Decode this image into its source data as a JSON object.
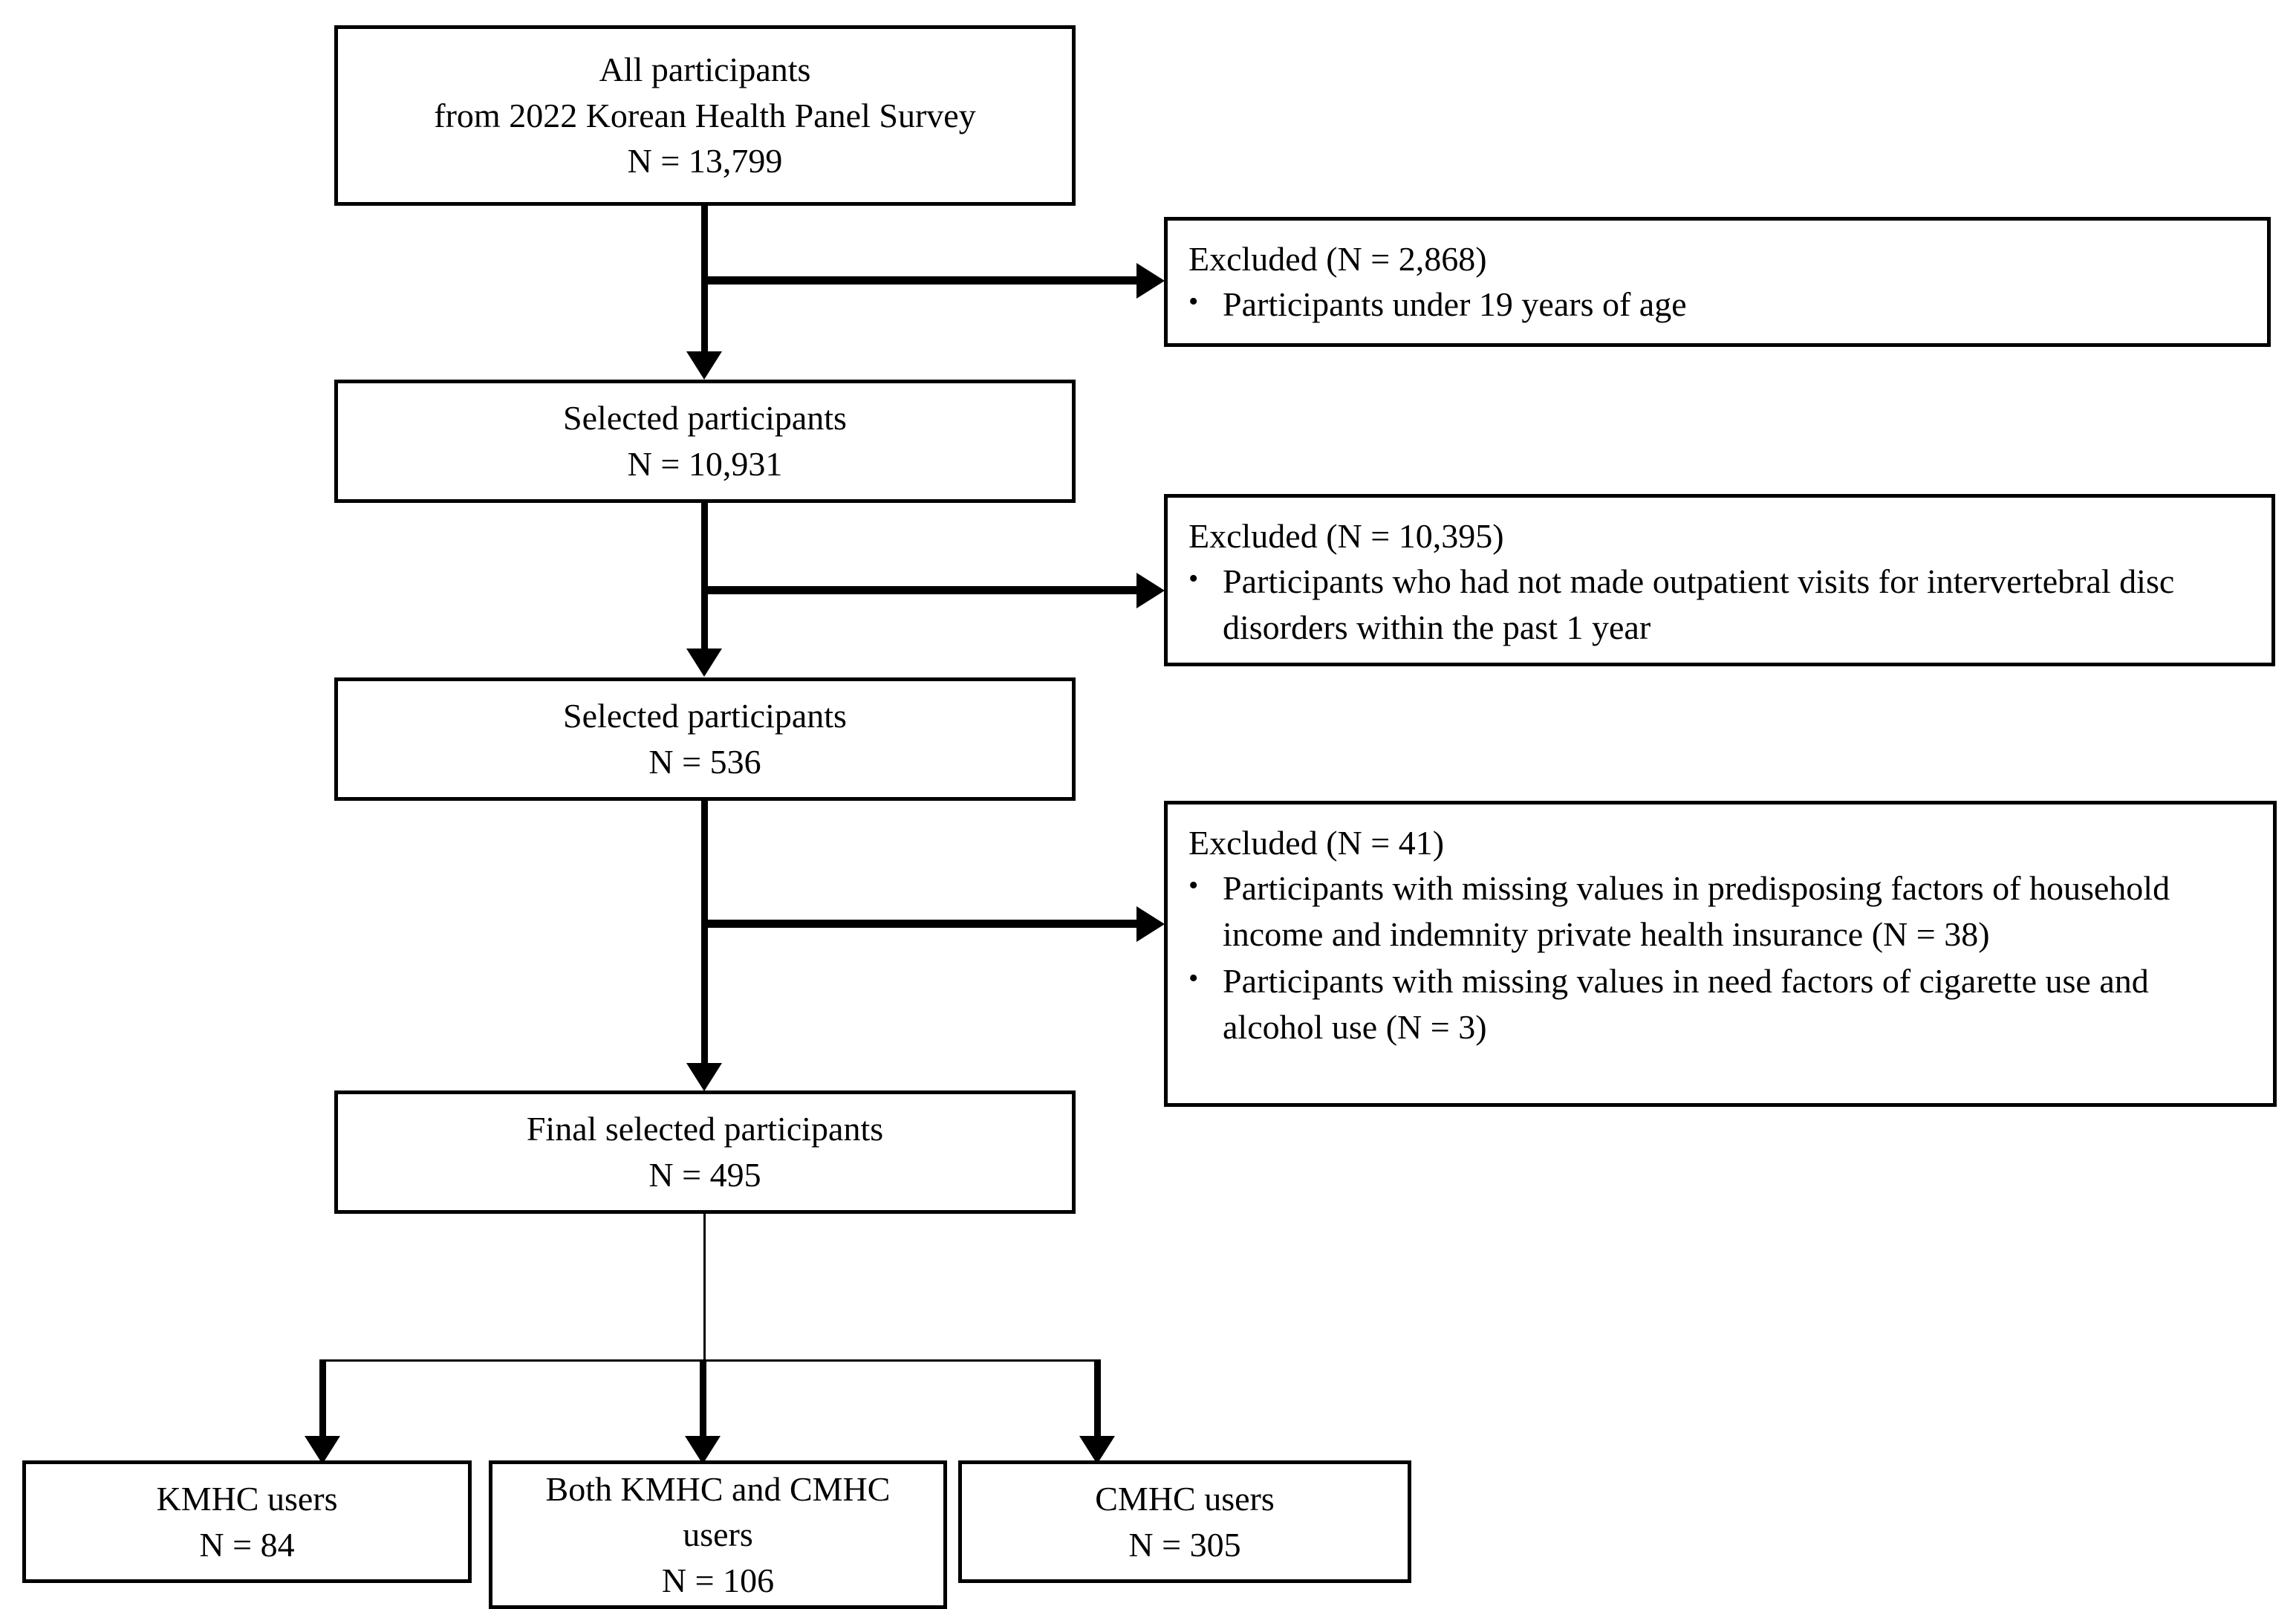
{
  "figure": {
    "type": "flowchart",
    "description": "Participant selection flow diagram"
  },
  "nodes": {
    "all_participants": {
      "line1": "All participants",
      "line2": "from 2022 Korean Health Panel Survey",
      "line3": "N = 13,799"
    },
    "selected_1": {
      "line1": "Selected participants",
      "line2": "N = 10,931"
    },
    "selected_2": {
      "line1": "Selected participants",
      "line2": "N = 536"
    },
    "final_selected": {
      "line1": "Final selected participants",
      "line2": "N = 495"
    },
    "kmhc_users": {
      "line1": "KMHC users",
      "line2": "N = 84"
    },
    "both_users": {
      "line1": "Both KMHC and CMHC",
      "line2": "users",
      "line3": "N = 106"
    },
    "cmhc_users": {
      "line1": "CMHC users",
      "line2": "N = 305"
    }
  },
  "exclusions": {
    "excl_1": {
      "heading": "Excluded (N = 2,868)",
      "bullet_marker": "•",
      "bullets": [
        "Participants under 19 years of age"
      ]
    },
    "excl_2": {
      "heading": "Excluded (N = 10,395)",
      "bullet_marker": "•",
      "bullets": [
        "Participants who had not made outpatient visits for intervertebral disc disorders within the past 1 year"
      ]
    },
    "excl_3": {
      "heading": "Excluded (N = 41)",
      "bullet_marker": "•",
      "bullets": [
        "Participants with missing values in predisposing factors of household income and indemnity private health insurance (N = 38)",
        "Participants with missing values in need factors of cigarette use and alcohol use (N = 3)"
      ]
    }
  },
  "colors": {
    "stroke": "#000000",
    "background": "#ffffff",
    "text": "#000000"
  }
}
